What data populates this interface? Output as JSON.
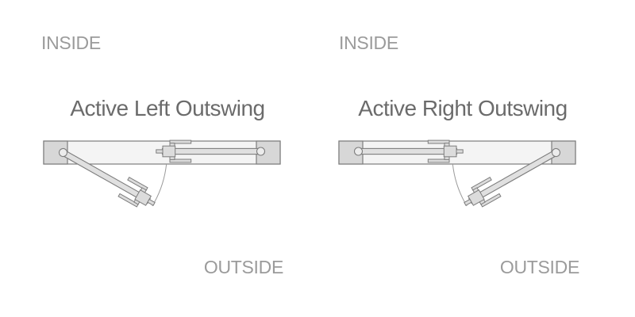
{
  "page": {
    "background": "#ffffff"
  },
  "colors": {
    "label_text": "#9b9b9b",
    "title_text": "#6b6b6b",
    "frame_fill": "#f4f4f4",
    "jamb_fill": "#d7d7d7",
    "door_fill": "#e0e0e0",
    "hardware_fill": "#dcdcdc",
    "hinge_fill": "#ececec",
    "outline": "#7d7d7d",
    "swing_arc": "#9a9a9a"
  },
  "panels": [
    {
      "id": "active-left-outswing",
      "inside_label": "INSIDE",
      "title": "Active Left Outswing",
      "outside_label": "OUTSIDE",
      "hinge_side": "left",
      "swing_direction": "outswing"
    },
    {
      "id": "active-right-outswing",
      "inside_label": "INSIDE",
      "title": "Active Right Outswing",
      "outside_label": "OUTSIDE",
      "hinge_side": "right",
      "swing_direction": "outswing"
    }
  ]
}
